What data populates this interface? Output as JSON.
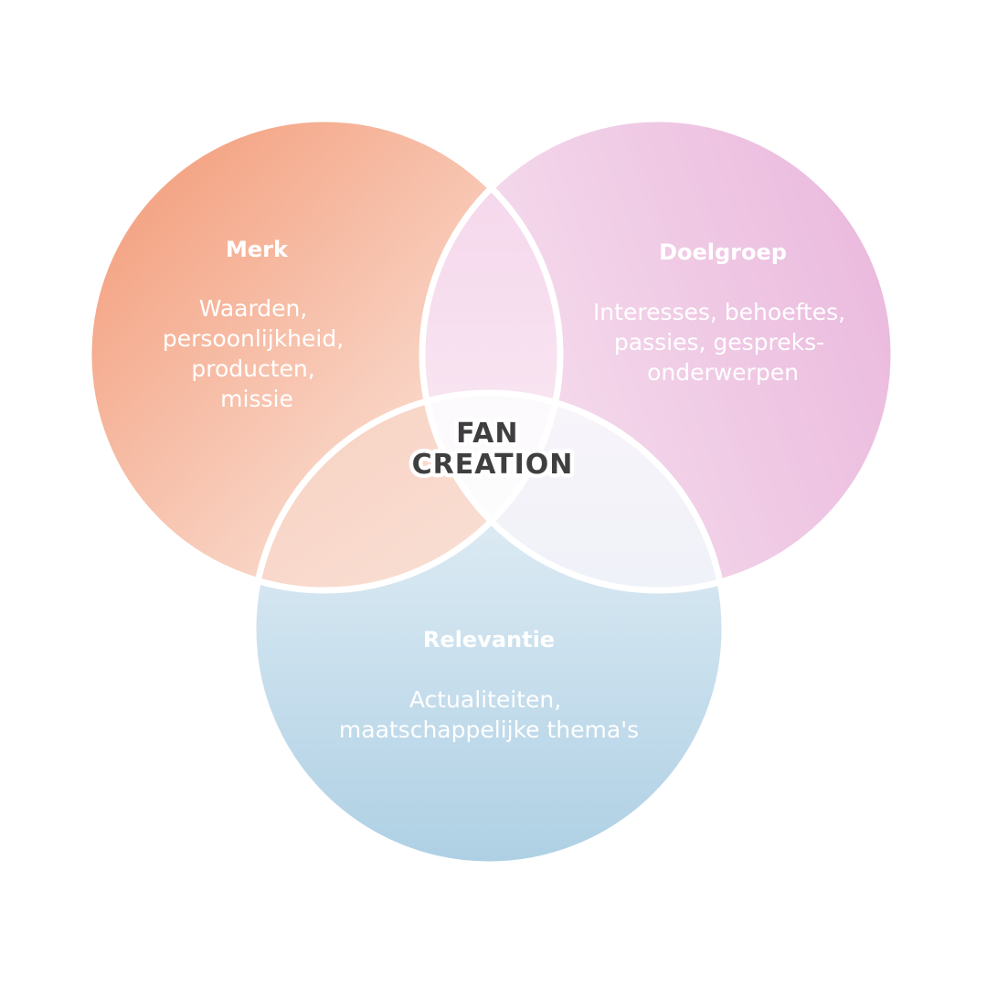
{
  "sets": {
    "merk": {
      "title": "Merk",
      "lines": [
        "Waarden,",
        "persoonlijkheid,",
        "producten,",
        "missie"
      ],
      "colors": [
        "#f4a383",
        "#fbe6dd"
      ]
    },
    "doelgroep": {
      "title": "Doelgroep",
      "lines": [
        "Interesses, behoeftes,",
        "passies, gespreks-",
        "onderwerpen"
      ],
      "colors": [
        "#eab8dd",
        "#f7e2ef"
      ]
    },
    "relevantie": {
      "title": "Relevantie",
      "lines": [
        "Actualiteiten,",
        "maatschappelijke thema's"
      ],
      "colors": [
        "#edf4f9",
        "#aed0e4"
      ]
    }
  },
  "center": {
    "lines": [
      "FAN",
      "CREATION"
    ]
  },
  "outline_color": "#ffffff"
}
